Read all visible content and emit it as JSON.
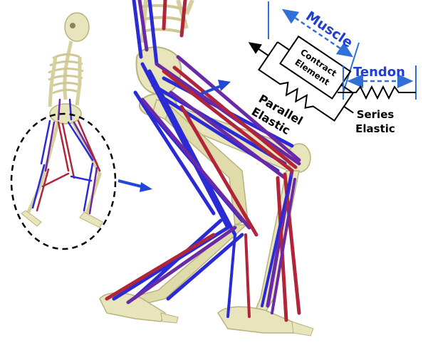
{
  "labels": {
    "muscle": "Muscle",
    "tendon": "Tendon",
    "contract_line1": "Contract",
    "contract_line2": "Element",
    "parallel_line1": "Parallel",
    "parallel_line2": "Elastic",
    "series_line1": "Series",
    "series_line2": "Elastic"
  },
  "colors": {
    "bone": "#e8e4bc",
    "bone_edge": "#b8b27c",
    "muscle_blue": "#2b2bd6",
    "muscle_red": "#b0253a",
    "muscle_purple": "#6a2aa8",
    "annotation_blue": "#2f6fd6",
    "label_blue": "#1f3fd0",
    "black": "#000000"
  }
}
